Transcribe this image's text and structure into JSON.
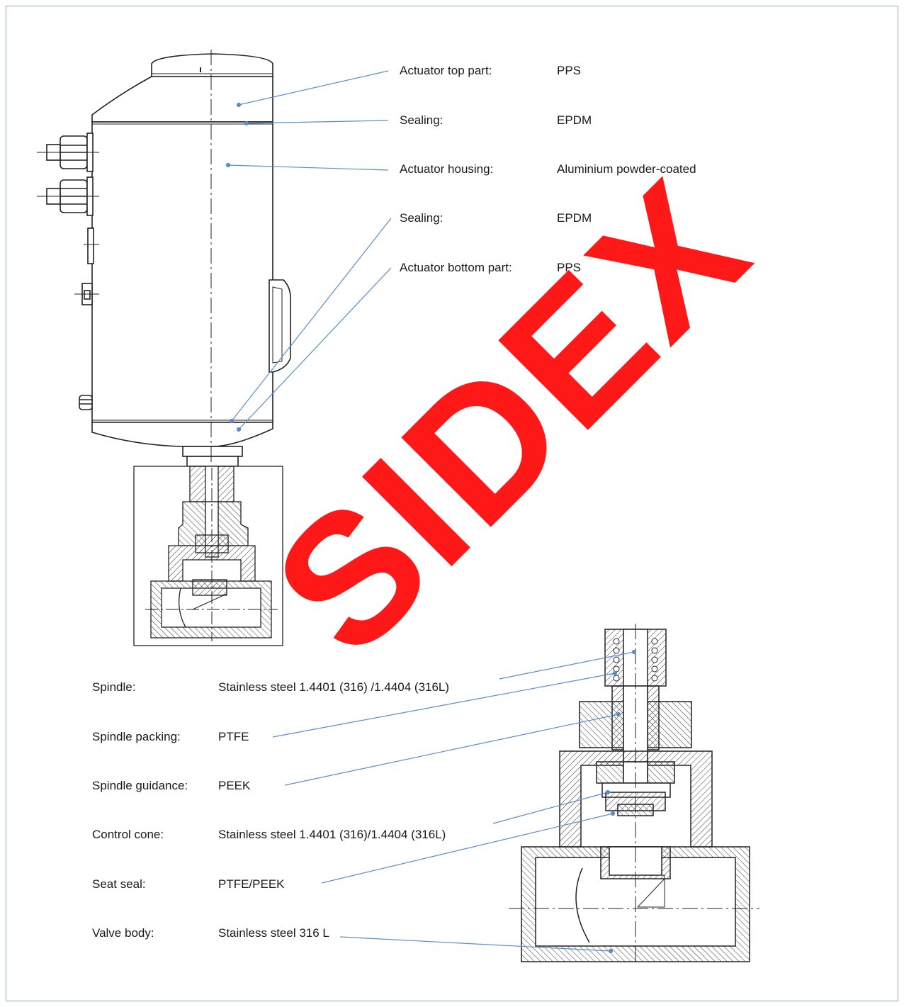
{
  "actuator_materials": [
    {
      "label": "Actuator top part:",
      "value": "PPS"
    },
    {
      "label": "Sealing:",
      "value": "EPDM"
    },
    {
      "label": "Actuator housing:",
      "value": "Aluminium powder-coated"
    },
    {
      "label": "Sealing:",
      "value": "EPDM"
    },
    {
      "label": "Actuator bottom part:",
      "value": "PPS"
    }
  ],
  "valve_materials": [
    {
      "label": "Spindle:",
      "value": "Stainless steel 1.4401 (316) /1.4404 (316L)"
    },
    {
      "label": "Spindle packing:",
      "value": "PTFE"
    },
    {
      "label": "Spindle guidance:",
      "value": "PEEK"
    },
    {
      "label": "Control cone:",
      "value": "Stainless steel 1.4401 (316)/1.4404 (316L)"
    },
    {
      "label": "Seat seal:",
      "value": "PTFE/PEEK"
    },
    {
      "label": "Valve body:",
      "value": "Stainless steel 316 L"
    }
  ],
  "watermark": "SIDEX",
  "colors": {
    "leader_line": "#5b8dc9",
    "watermark": "#ff0000",
    "frame": "#8fa8c4",
    "drawing": "#222222"
  }
}
